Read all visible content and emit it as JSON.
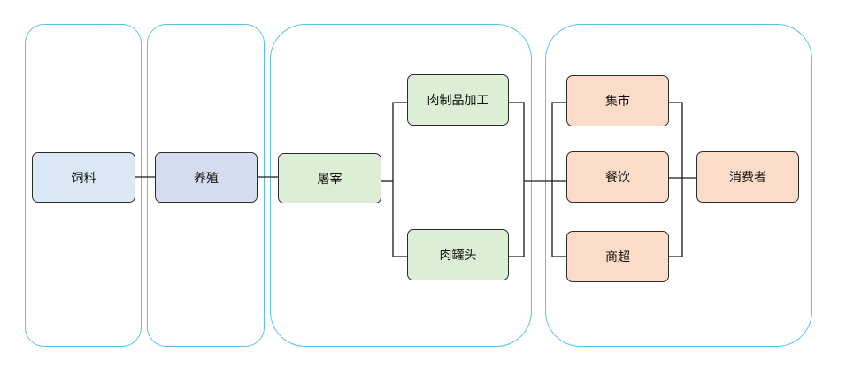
{
  "colors": {
    "group_border": "#5bc0ec",
    "feed": "#dbe8f6",
    "breeding": "#d6dcf0",
    "processing": "#dcefd6",
    "sales": "#fbdcc8",
    "line": "#1a1a1a"
  },
  "nodes": {
    "feed": "饲料",
    "breeding": "养殖",
    "slaughter": "屠宰",
    "meat_processing": "肉制品加工",
    "canned_meat": "肉罐头",
    "market": "集市",
    "catering": "餐饮",
    "supermarket": "商超",
    "consumer": "消费者"
  }
}
